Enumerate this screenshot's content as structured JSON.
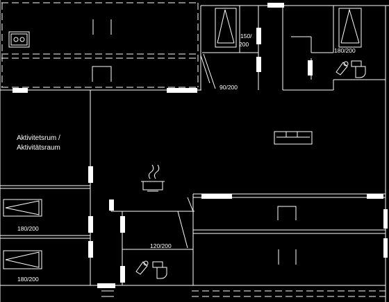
{
  "rooms": {
    "activity_room_line1": "Aktivitetsrum /",
    "activity_room_line2": "Aktivitätsraum"
  },
  "dimensions": {
    "bed_top_left_line1": "150/",
    "bed_top_left_line2": "200",
    "bed_top_right": "180/200",
    "bed_hall": "90/200",
    "bed_left_upper": "180/200",
    "bed_left_lower": "180/200",
    "bed_center": "120/200"
  },
  "colors": {
    "background": "#000000",
    "lines": "#ffffff"
  },
  "icons": [
    "stove-icon",
    "sofa-icon",
    "shower-icon",
    "toilet-icon",
    "cooking-pot-icon",
    "bed-icon",
    "wardrobe-icon",
    "table-icon"
  ]
}
